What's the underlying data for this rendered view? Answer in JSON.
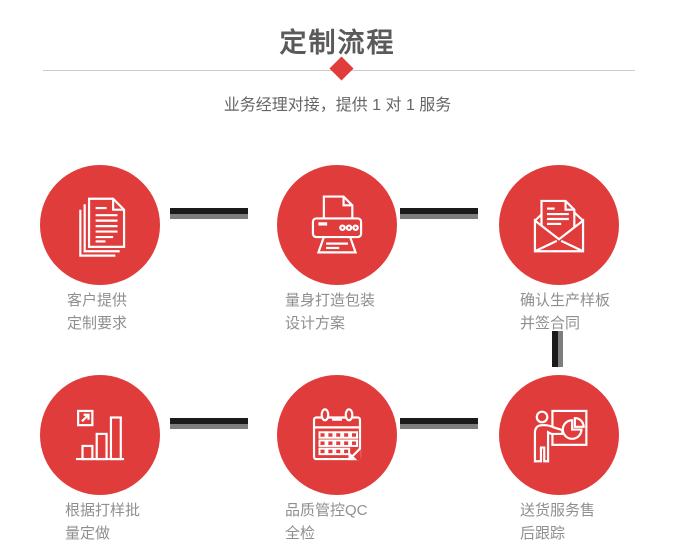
{
  "page": {
    "title": "定制流程",
    "subtitle": "业务经理对接，提供 1 对 1 服务"
  },
  "steps": [
    {
      "icon": "documents-icon",
      "label_line1": "客户提供",
      "label_line2": "定制要求"
    },
    {
      "icon": "printer-icon",
      "label_line1": "量身打造包装",
      "label_line2": "设计方案"
    },
    {
      "icon": "envelope-letter-icon",
      "label_line1": "确认生产样板",
      "label_line2": "并签合同"
    },
    {
      "icon": "bar-chart-icon",
      "label_line1": "根据打样批",
      "label_line2": "量定做"
    },
    {
      "icon": "calendar-icon",
      "label_line1": "品质管控QC",
      "label_line2": "全检"
    },
    {
      "icon": "presentation-icon",
      "label_line1": "送货服务售",
      "label_line2": "后跟踪"
    }
  ],
  "colors": {
    "circle_red": "#e03c3c",
    "diamond_red": "#e03c3c",
    "title_gray": "#5a5a5a",
    "subtitle_gray": "#666666",
    "label_gray": "#8f8f8f",
    "connector_dark": "#1a1a1a",
    "connector_light": "#7d7d7d",
    "divider_line": "#cccccc"
  }
}
